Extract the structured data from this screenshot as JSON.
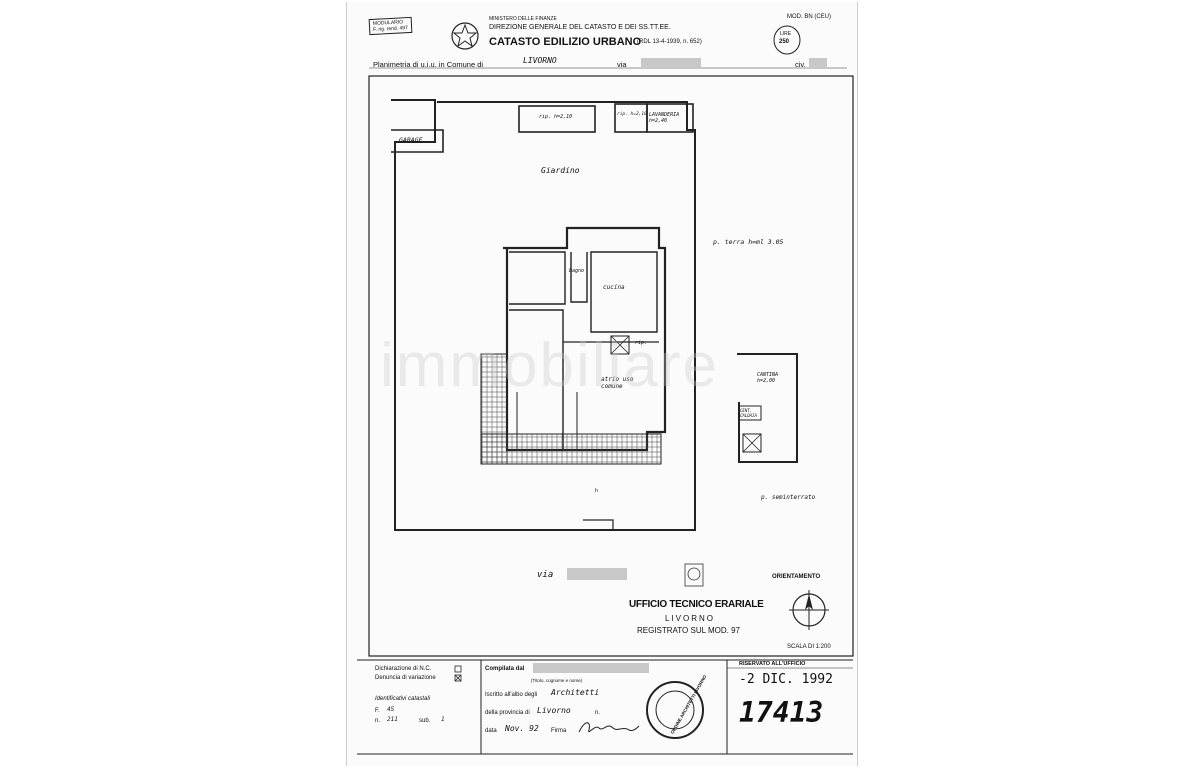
{
  "header": {
    "modulario": "MODULARIO",
    "modulario_ref": "F. rig. rend. 497",
    "ministry": "MINISTERO DELLE FINANZE",
    "direction": "DIREZIONE GENERALE DEL CATASTO E DEI SS.TT.EE.",
    "catasto_title": "CATASTO EDILIZIO URBANO",
    "rdl": "(RDL 13-4-1939, n. 652)",
    "mod_code": "MOD. BN (CEU)",
    "lire_label": "LIRE",
    "lire_value": "250"
  },
  "planimetry_line": {
    "prefix": "Planimetria di u.i.u. in Comune di",
    "comune": "LIVORNO",
    "via_label": "via",
    "civ_label": "civ."
  },
  "plan_labels": {
    "garage": "GARAGE",
    "giardino": "Giardino",
    "rip1": "rip. h=2,10",
    "rip2": "rip. h=2,10",
    "lavanderia": "LAVANDERIA h=2,40",
    "p_terra": "p. terra  h=ml 3.05",
    "bagno": "bagno",
    "cucina": "cucina",
    "rip3": "rip.",
    "atrio": "atrio uso comune",
    "cantina": "CANTINA h=2,00",
    "cent_caldaia": "CENT. CALDAIA",
    "seminterrato": "p. seminterrato",
    "h_mark": "h"
  },
  "lower": {
    "via_label": "via",
    "office": "UFFICIO TECNICO ERARIALE",
    "office_city": "LIVORNO",
    "registered": "REGISTRATO SUL MOD. 97",
    "orientamento": "ORIENTAMENTO",
    "scala": "SCALA DI 1:200"
  },
  "footer": {
    "dich_nc": "Dichiarazione di N.C.",
    "denuncia": "Denuncia di variazione",
    "identificativi": "Identificativi catastali",
    "f_label": "F.",
    "f_value": "45",
    "n_label": "n.",
    "n_value": "211",
    "sub_label": "sub.",
    "sub_value": "1",
    "compilata": "Compilata dal",
    "compilata_hint": "(Titolo, cognome e nome)",
    "iscritto": "Iscritto all'albo degli",
    "albo": "Architetti",
    "provincia_label": "della provincia di",
    "provincia": "Livorno",
    "n_short": "n.",
    "data_label": "data",
    "data_value": "Nov. 92",
    "firma_label": "Firma",
    "riservato": "RISERVATO ALL'UFFICIO",
    "stamp_date": "-2 DIC. 1992",
    "reg_number": "17413",
    "seal_text": "ORDINE ARCHITETTI LIVORNO"
  },
  "watermark": "immobiliare"
}
